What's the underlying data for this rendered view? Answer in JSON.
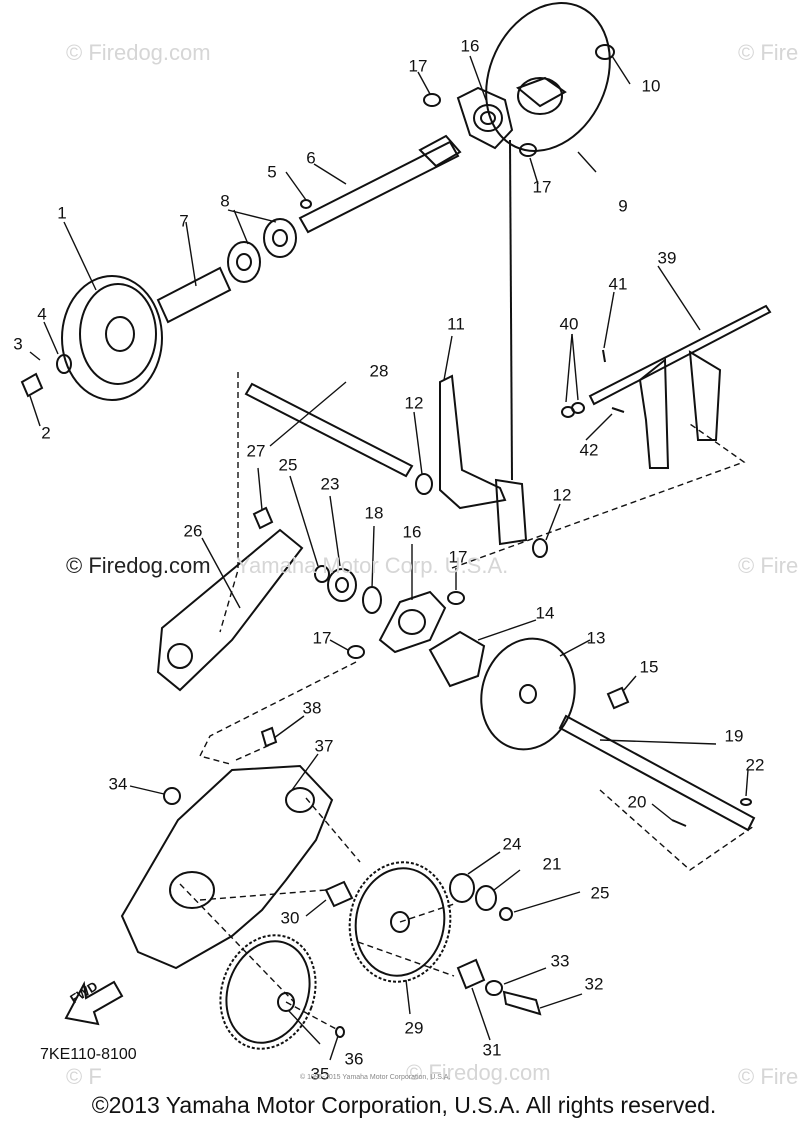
{
  "watermarks": {
    "top_left": "© Firedog.com",
    "top_right": "© Fire",
    "mid_left": "© Firedog.com",
    "mid_center": "Yamaha Motor Corp. U.S.A.",
    "mid_right": "© Fire",
    "bottom_left": "© F",
    "bottom_center": "© Firedog.com",
    "bottom_right": "© Fire"
  },
  "catalog_number": "7KE110-8100",
  "fwd_arrow_label": "FWD",
  "faint_copyright": "© 1995-2015 Yamaha Motor Corporation, U.S.A.",
  "copyright": "©2013 Yamaha Motor Corporation, U.S.A. All rights reserved.",
  "callouts": {
    "c1": "1",
    "c2": "2",
    "c3": "3",
    "c4": "4",
    "c5": "5",
    "c6": "6",
    "c7": "7",
    "c8": "8",
    "c9": "9",
    "c10": "10",
    "c11": "11",
    "c12a": "12",
    "c12b": "12",
    "c13": "13",
    "c14": "14",
    "c15": "15",
    "c16a": "16",
    "c16b": "16",
    "c17a": "17",
    "c17b": "17",
    "c17c": "17",
    "c17d": "17",
    "c18": "18",
    "c19": "19",
    "c20": "20",
    "c21": "21",
    "c22": "22",
    "c23": "23",
    "c24": "24",
    "c25a": "25",
    "c25b": "25",
    "c26": "26",
    "c27": "27",
    "c28": "28",
    "c29": "29",
    "c30": "30",
    "c31": "31",
    "c32": "32",
    "c33": "33",
    "c34": "34",
    "c35": "35",
    "c36": "36",
    "c37": "37",
    "c38": "38",
    "c39": "39",
    "c40": "40",
    "c41": "41",
    "c42": "42"
  }
}
